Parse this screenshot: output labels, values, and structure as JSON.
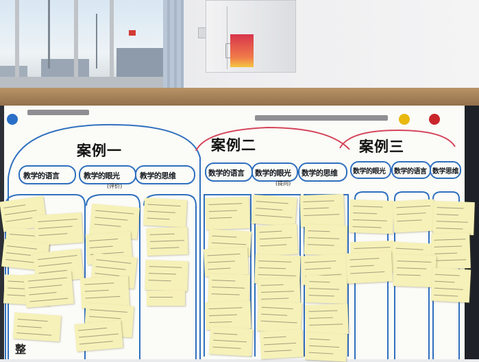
{
  "colors": {
    "sticky_note": "#f6f1b8",
    "case_outline": "#2f6fbf",
    "group_arc": "#d4455a",
    "magnet_blue": "#2a6fc7",
    "magnet_yellow": "#e8b80f",
    "magnet_red": "#c9262c"
  },
  "cases": [
    {
      "title": "案例一",
      "labels": [
        "教学的语言",
        "教学的眼光",
        "教学的思维"
      ],
      "sublabel": "(评价)"
    },
    {
      "title": "案例二",
      "labels": [
        "数学的语言",
        "数学的眼光",
        "数学的思维"
      ],
      "sublabel": "(提问)"
    },
    {
      "title": "案例三",
      "labels": [
        "数学的眼光",
        "数学的语言",
        "数学思维"
      ],
      "sublabel": ""
    }
  ],
  "corner_text": "整"
}
